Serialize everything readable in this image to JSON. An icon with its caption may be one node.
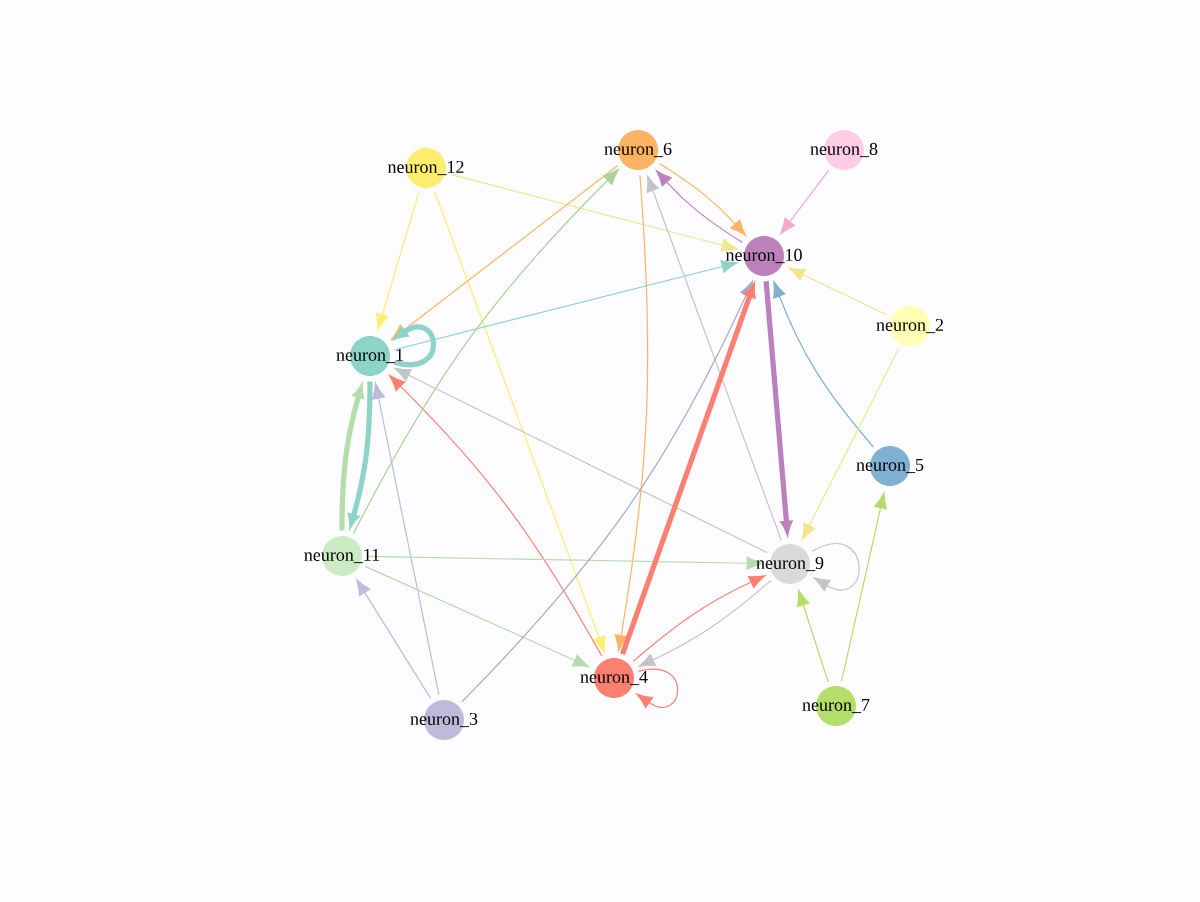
{
  "diagram": {
    "nodes": [
      {
        "text": [
          "neuron_1"
        ]
      },
      {
        "text": [
          "neuron_2"
        ]
      },
      {
        "text": [
          "neuron_3"
        ]
      },
      {
        "text": [
          "neuron_4"
        ]
      },
      {
        "text": [
          "neuron_5"
        ]
      },
      {
        "text": [
          "neuron_6"
        ]
      },
      {
        "text": [
          "neuron_7"
        ]
      },
      {
        "text": [
          "neuron_8"
        ]
      },
      {
        "text": [
          "neuron_9"
        ]
      },
      {
        "text": [
          "neuron_10"
        ]
      },
      {
        "text": [
          "neuron_11"
        ]
      },
      {
        "text": [
          "neuron_12"
        ]
      }
    ],
    "edges": [
      {
        "from": 11,
        "to": 0,
        "arrow": "to",
        "color": "#ffed6f"
      },
      {
        "from": 11,
        "to": 3,
        "arrow": "to",
        "color": "#ffed6f"
      },
      {
        "from": 11,
        "to": 9,
        "arrow": "to",
        "color": "#f0e68c"
      },
      {
        "from": 5,
        "to": 0,
        "arrow": "to",
        "color": "#fdb462"
      },
      {
        "from": 5,
        "to": 3,
        "arrow": "to",
        "color": "#fdb462"
      },
      {
        "from": 5,
        "to": 9,
        "arrow": "to",
        "color": "#fdb462"
      },
      {
        "from": 9,
        "to": 5,
        "arrow": "to",
        "color": "#bc80bd"
      },
      {
        "from": 0,
        "to": 0,
        "arrow": "to",
        "style": "thick",
        "color": "#8dd3c7"
      },
      {
        "from": 0,
        "to": 9,
        "arrow": "to",
        "color": "#8dd3c7"
      },
      {
        "from": 0,
        "to": 10,
        "arrow": "to",
        "style": "thick",
        "color": "#8dd3c7"
      },
      {
        "from": 10,
        "to": 0,
        "arrow": "to",
        "style": "thick",
        "color": "#b5dcab"
      },
      {
        "from": 2,
        "to": 0,
        "arrow": "to",
        "color": "#bebada"
      },
      {
        "from": 3,
        "to": 0,
        "arrow": "to",
        "color": "#fb8072"
      },
      {
        "from": 8,
        "to": 0,
        "arrow": "to",
        "color": "#c4c4c4"
      },
      {
        "from": 2,
        "to": 10,
        "arrow": "to",
        "color": "#bebada"
      },
      {
        "from": 10,
        "to": 3,
        "arrow": "to",
        "color": "#b5dcab"
      },
      {
        "from": 10,
        "to": 8,
        "arrow": "to",
        "color": "#b5dcab"
      },
      {
        "from": 10,
        "to": 5,
        "arrow": "to",
        "color": "#a6d49a"
      },
      {
        "from": 8,
        "to": 5,
        "arrow": "to",
        "color": "#c4c4c4"
      },
      {
        "from": 2,
        "to": 9,
        "arrow": "to",
        "color": "#aaa6cc"
      },
      {
        "from": 3,
        "to": 9,
        "arrow": "to",
        "style": "thick",
        "color": "#fb8072"
      },
      {
        "from": 9,
        "to": 8,
        "arrow": "to",
        "style": "thick",
        "color": "#bc80bd"
      },
      {
        "from": 4,
        "to": 9,
        "arrow": "to",
        "color": "#80b1d3"
      },
      {
        "from": 1,
        "to": 9,
        "arrow": "to",
        "color": "#f0e68c"
      },
      {
        "from": 1,
        "to": 8,
        "arrow": "to",
        "color": "#f0e68c"
      },
      {
        "from": 7,
        "to": 9,
        "arrow": "to",
        "color": "#f5a9cf"
      },
      {
        "from": 8,
        "to": 8,
        "arrow": "to",
        "color": "#c4c4c4"
      },
      {
        "from": 3,
        "to": 3,
        "arrow": "to",
        "color": "#fb8072"
      },
      {
        "from": 3,
        "to": 8,
        "arrow": "to",
        "color": "#fb8072"
      },
      {
        "from": 8,
        "to": 3,
        "arrow": "to",
        "color": "#c4c4c4"
      },
      {
        "from": 6,
        "to": 8,
        "arrow": "to",
        "color": "#b3de69"
      },
      {
        "from": 6,
        "to": 4,
        "arrow": "to",
        "color": "#b3de69"
      }
    ]
  }
}
